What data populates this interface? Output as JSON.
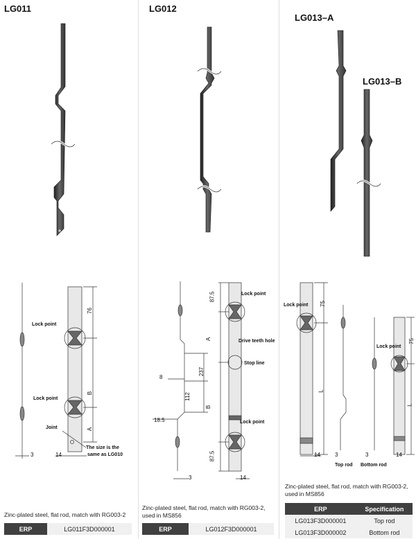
{
  "products": [
    {
      "model": "LG011",
      "labels": {
        "lock_point_1": "Lock point",
        "lock_point_2": "Lock point",
        "joint": "Joint",
        "note_line1": "The size is the",
        "note_line2": "same as LG010"
      },
      "dims": {
        "d76": "76",
        "dB": "B",
        "dA": "A",
        "d3": "3",
        "d14": "14"
      },
      "description": "Zinc-plated steel, flat rod, match with RG003-2",
      "erp_header": "ERP",
      "erp_code": "LG011F3D000001"
    },
    {
      "model": "LG012",
      "labels": {
        "lock_point_1": "Lock point",
        "drive_teeth_hole": "Drive teeth hole",
        "stop_line": "Stop line",
        "lock_point_2": "Lock point"
      },
      "dims": {
        "d87_5_top": "87.5",
        "dA": "A",
        "d237": "237",
        "d8": "8",
        "d112": "112",
        "dB": "B",
        "d18_5": "18.5",
        "d87_5_bottom": "87.5",
        "d3": "3",
        "d14": "14"
      },
      "description_line1": "Zinc-plated steel, flat rod, match with RG003-2,",
      "description_line2": "used in MS856",
      "erp_header": "ERP",
      "erp_code": "LG012F3D000001"
    },
    {
      "model_a": "LG013–A",
      "model_b": "LG013–B",
      "labels": {
        "lock_point_1": "Lock point",
        "lock_point_2": "Lock point",
        "top_rod": "Top rod",
        "bottom_rod": "Bottom rod"
      },
      "dims": {
        "d75_a": "75",
        "dL_a": "L",
        "d14": "14",
        "d3_a": "3",
        "d3_b": "3",
        "d75_b": "75",
        "dL_b": "L",
        "d14_b": "14"
      },
      "description_line1": "Zinc-plated steel, flat rod, match with RG003-2,",
      "description_line2": "used in MS856",
      "table": {
        "headers": [
          "ERP",
          "Specification"
        ],
        "rows": [
          [
            "LG013F3D000001",
            "Top rod"
          ],
          [
            "LG013F3D000002",
            "Bottom rod"
          ]
        ]
      }
    }
  ]
}
